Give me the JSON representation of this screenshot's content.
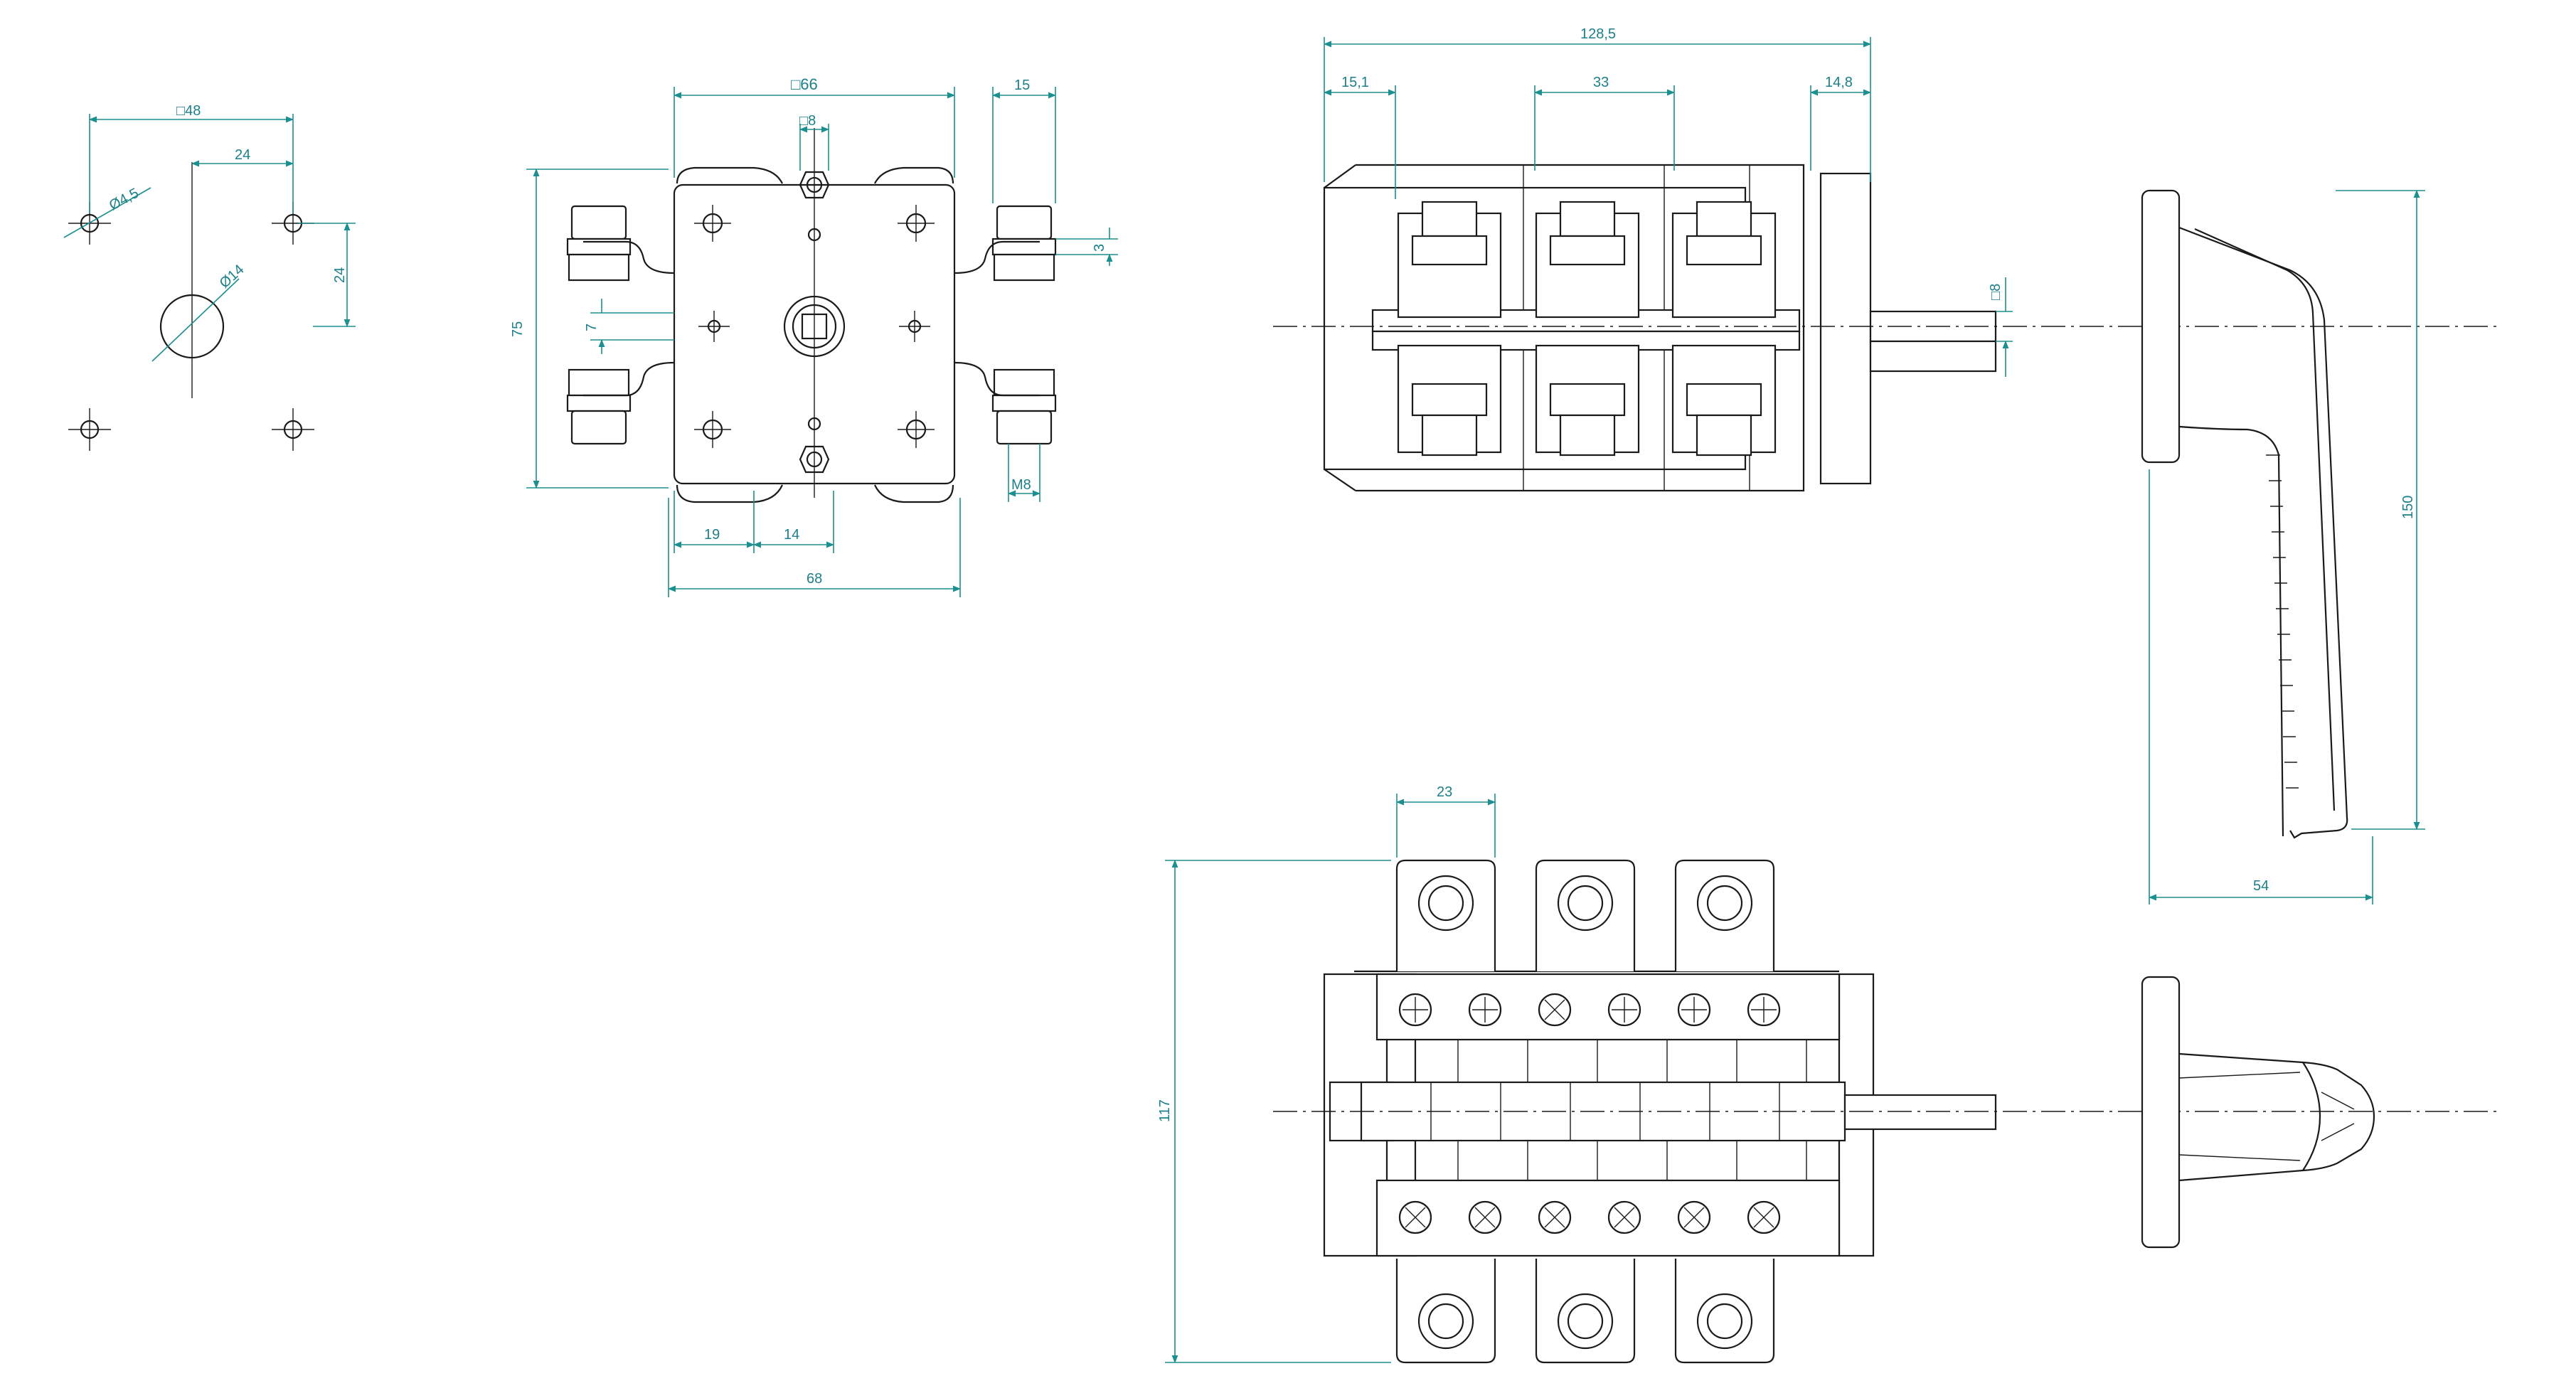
{
  "dimensions": {
    "mount_square": "□48",
    "mount_spacing_h": "24",
    "mount_spacing_v": "24",
    "hole_small": "Ø4,5",
    "hole_center": "Ø14",
    "front_square": "□66",
    "front_shaft_square": "□8",
    "front_terminal_width": "15",
    "front_terminal_offset": "3",
    "front_height": "75",
    "front_slot": "7",
    "front_thread": "M8",
    "front_bottom_19": "19",
    "front_bottom_14": "14",
    "front_width": "68",
    "side_length": "128,5",
    "side_left": "15,1",
    "side_pitch": "33",
    "side_right": "14,8",
    "side_shaft": "□8",
    "top_pitch": "23",
    "top_height": "117",
    "handle_height": "150",
    "handle_depth": "54"
  },
  "colors": {
    "outline": "#1a1a1a",
    "dimension": "#1d8f8f"
  }
}
